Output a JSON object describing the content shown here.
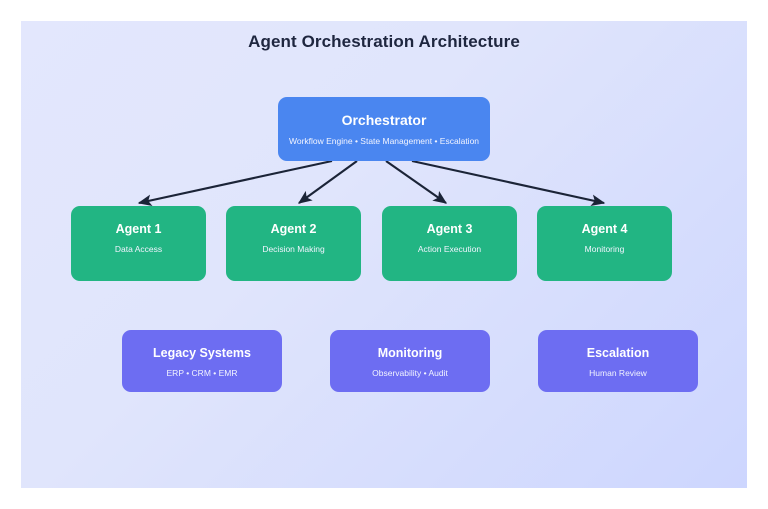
{
  "diagram": {
    "title": "Agent Orchestration Architecture",
    "type": "architecture-flow",
    "colors": {
      "background_from": "#e3e7fd",
      "background_to": "#cdd6fe",
      "orchestrator": "#4a86f0",
      "agent": "#22b583",
      "support": "#6d6df2",
      "arrow": "#1b2437",
      "title_text": "#1e263f",
      "node_text": "#ffffff"
    },
    "orchestrator": {
      "title": "Orchestrator",
      "subtitle": "Workflow Engine • State Management • Escalation"
    },
    "agents": [
      {
        "title": "Agent 1",
        "subtitle": "Data Access"
      },
      {
        "title": "Agent 2",
        "subtitle": "Decision Making"
      },
      {
        "title": "Agent 3",
        "subtitle": "Action Execution"
      },
      {
        "title": "Agent 4",
        "subtitle": "Monitoring"
      }
    ],
    "support_systems": [
      {
        "title": "Legacy Systems",
        "subtitle": "ERP • CRM • EMR"
      },
      {
        "title": "Monitoring",
        "subtitle": "Observability • Audit"
      },
      {
        "title": "Escalation",
        "subtitle": "Human Review"
      }
    ],
    "connections": [
      {
        "from": "Orchestrator",
        "to": "Agent 1"
      },
      {
        "from": "Orchestrator",
        "to": "Agent 2"
      },
      {
        "from": "Orchestrator",
        "to": "Agent 3"
      },
      {
        "from": "Orchestrator",
        "to": "Agent 4"
      }
    ]
  }
}
